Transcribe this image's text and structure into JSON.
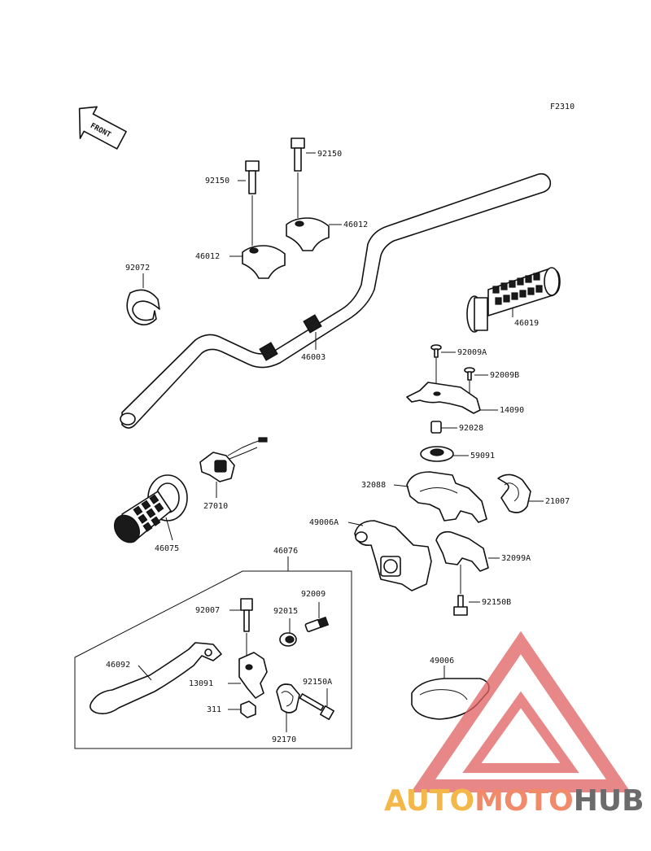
{
  "figure_code": "F2310",
  "front_label": "FRONT",
  "watermark": {
    "text_part1": "AUTO",
    "text_part2": "MOTO",
    "text_part3": "HUB",
    "color_part1": "#f4b84a",
    "color_part2": "#f08a6a",
    "color_part3": "#6b6b6b",
    "logo_color": "#e06060"
  },
  "callouts": {
    "bolt_left": "92150",
    "bolt_right": "92150",
    "holder_right": "46012",
    "holder_left": "46012",
    "band": "92072",
    "handlebar": "46003",
    "grip_right": "46019",
    "screw_a": "92009A",
    "screw_b": "92009B",
    "throttle_plate": "14090",
    "collar": "92028",
    "pulley": "59091",
    "housing_upper": "32088",
    "clamp": "21007",
    "throttle_case": "49006A",
    "housing_lower": "32099A",
    "bolt_lower": "92150B",
    "switch": "27010",
    "grip_left": "46075",
    "lever_assy": "46076",
    "bolt_lever": "92007",
    "adjuster": "92009",
    "nut_adjust": "92015",
    "lever": "46092",
    "holder_lever": "13091",
    "bolt_holder": "92150A",
    "nut": "311",
    "clamp_lever": "92170",
    "cover": "49006"
  }
}
